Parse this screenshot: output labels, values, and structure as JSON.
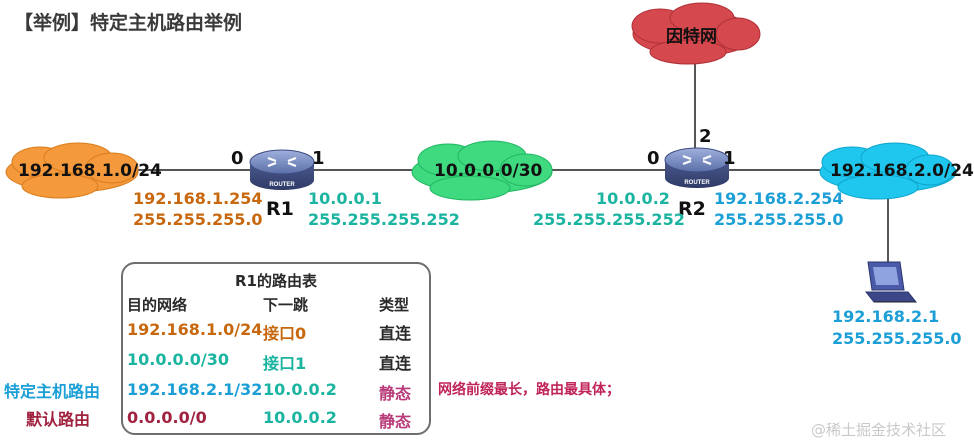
{
  "title": "【举例】特定主机路由举例",
  "clouds": {
    "internet": "因特网",
    "lan1": "192.168.1.0/24",
    "link": "10.0.0.0/30",
    "lan2": "192.168.2.0/24"
  },
  "router_icon_text": "ROUTER",
  "r1": {
    "name": "R1",
    "port0": "0",
    "port1": "1",
    "if0_ip": "192.168.1.254",
    "if0_mask": "255.255.255.0",
    "if1_ip": "10.0.0.1",
    "if1_mask": "255.255.255.252"
  },
  "r2": {
    "name": "R2",
    "port0": "0",
    "port1": "1",
    "port2": "2",
    "if0_ip": "10.0.0.2",
    "if0_mask": "255.255.255.252",
    "if1_ip": "192.168.2.254",
    "if1_mask": "255.255.255.0"
  },
  "host": {
    "ip": "192.168.2.1",
    "mask": "255.255.255.0"
  },
  "route_table": {
    "title": "R1的路由表",
    "headers": [
      "目的网络",
      "下一跳",
      "类型"
    ],
    "rows": [
      {
        "dest": "192.168.1.0/24",
        "next_hop": "接口0",
        "type": "直连"
      },
      {
        "dest": "10.0.0.0/30",
        "next_hop": "接口1",
        "type": "直连"
      },
      {
        "dest": "192.168.2.1/32",
        "next_hop": "10.0.0.2",
        "type": "静态"
      },
      {
        "dest": "0.0.0.0/0",
        "next_hop": "10.0.0.2",
        "type": "静态"
      }
    ]
  },
  "side_labels": {
    "host_route": "特定主机路由",
    "default_route": "默认路由"
  },
  "note": "网络前缀最长，路由最具体；",
  "watermark": "@稀土掘金技术社区",
  "colors": {
    "lan1_cloud": "#f59a3c",
    "link_cloud": "#3fd97f",
    "lan2_cloud": "#1fc7ee",
    "internet_cloud": "#d4484e",
    "orange_text": "#c8680e",
    "teal_text": "#1bb4a0",
    "blue_text": "#1b9fd6",
    "magenta_text": "#b83c79",
    "crimson_text": "#a0223f",
    "router_body": "#5b6fa8"
  }
}
